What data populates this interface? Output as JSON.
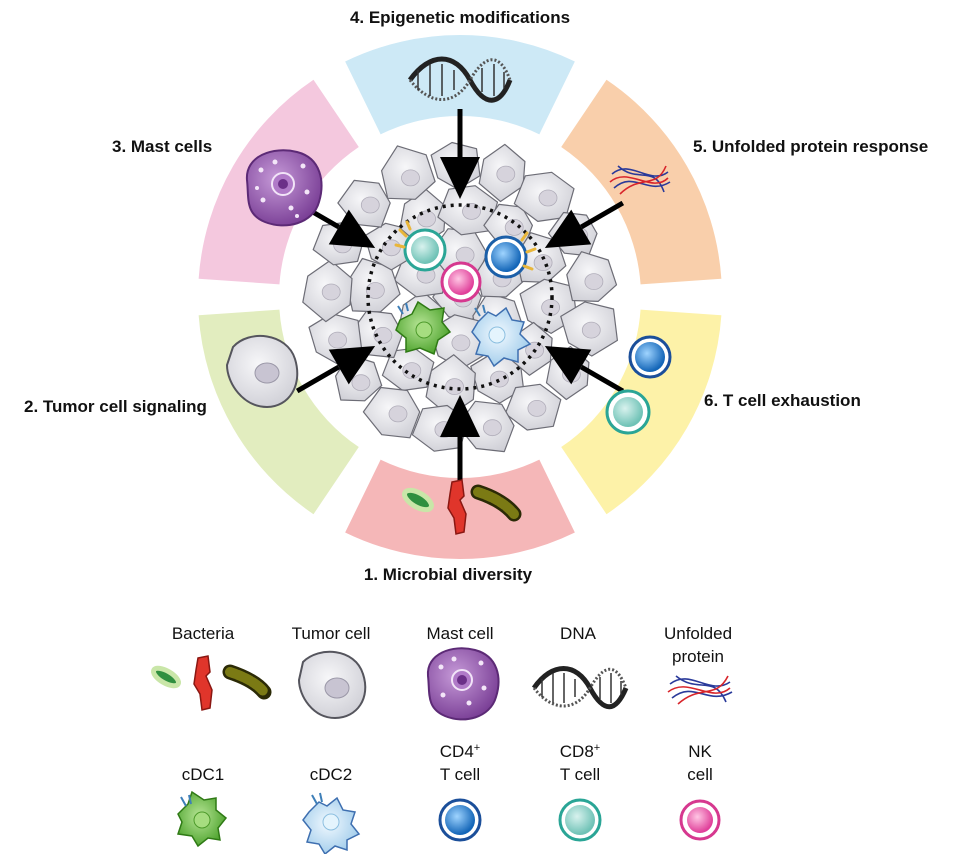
{
  "segments": [
    {
      "id": "microbial",
      "label": "1. Microbial diversity",
      "color": "#f5b7b8"
    },
    {
      "id": "tumor",
      "label": "2. Tumor cell signaling",
      "color": "#e2edbf"
    },
    {
      "id": "mast",
      "label": "3. Mast cells",
      "color": "#f4c8de"
    },
    {
      "id": "epigenetic",
      "label": "4. Epigenetic modifications",
      "color": "#cde9f6"
    },
    {
      "id": "upr",
      "label": "5. Unfolded protein response",
      "color": "#f9cfab"
    },
    {
      "id": "exhaustion",
      "label": "6. T cell exhaustion",
      "color": "#fdf2a8"
    }
  ],
  "legend": {
    "bacteria": "Bacteria",
    "tumor_cell": "Tumor cell",
    "mast_cell": "Mast cell",
    "dna": "DNA",
    "unfolded_line1": "Unfolded",
    "unfolded_line2": "protein",
    "cdc1": "cDC1",
    "cdc2": "cDC2",
    "cd4_main": "CD4",
    "cd4_sup": "+",
    "cd4_line2": "T cell",
    "cd8_main": "CD8",
    "cd8_sup": "+",
    "cd8_line2": "T cell",
    "nk_line1": "NK",
    "nk_line2": "cell"
  },
  "colors": {
    "cd4": "#1b75c9",
    "cd8": "#2aa596",
    "nk": "#e0409a",
    "cdc1": "#5cb232",
    "cdc2": "#a9d4ee",
    "mast": "#8d50a8",
    "tumor": "#dddde2",
    "bacteria_red": "#e0352b",
    "bacteria_olive": "#6b6a12",
    "bacteria_green": "#2f8f3f"
  }
}
